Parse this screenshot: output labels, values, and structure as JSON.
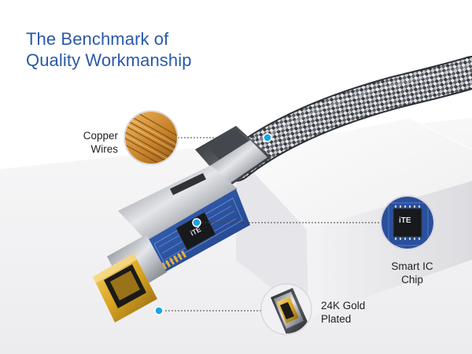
{
  "headline": {
    "line1": "The Benchmark of",
    "line2": "Quality Workmanship"
  },
  "callouts": {
    "copper": {
      "line1": "Copper",
      "line2": "Wires",
      "icon": "copper-wires-icon"
    },
    "chip": {
      "line1": "Smart IC",
      "line2": "Chip",
      "icon": "ic-chip-icon"
    },
    "gold": {
      "line1": "24K Gold",
      "line2": "Plated",
      "icon": "gold-connector-icon"
    }
  },
  "chip_marking": "iTE",
  "colors": {
    "headline": "#2a5aa8",
    "label": "#1f1f1f",
    "accent_dot": "#1aa3e8",
    "gold": "#d9a521",
    "pcb": "#2a4f9c"
  }
}
